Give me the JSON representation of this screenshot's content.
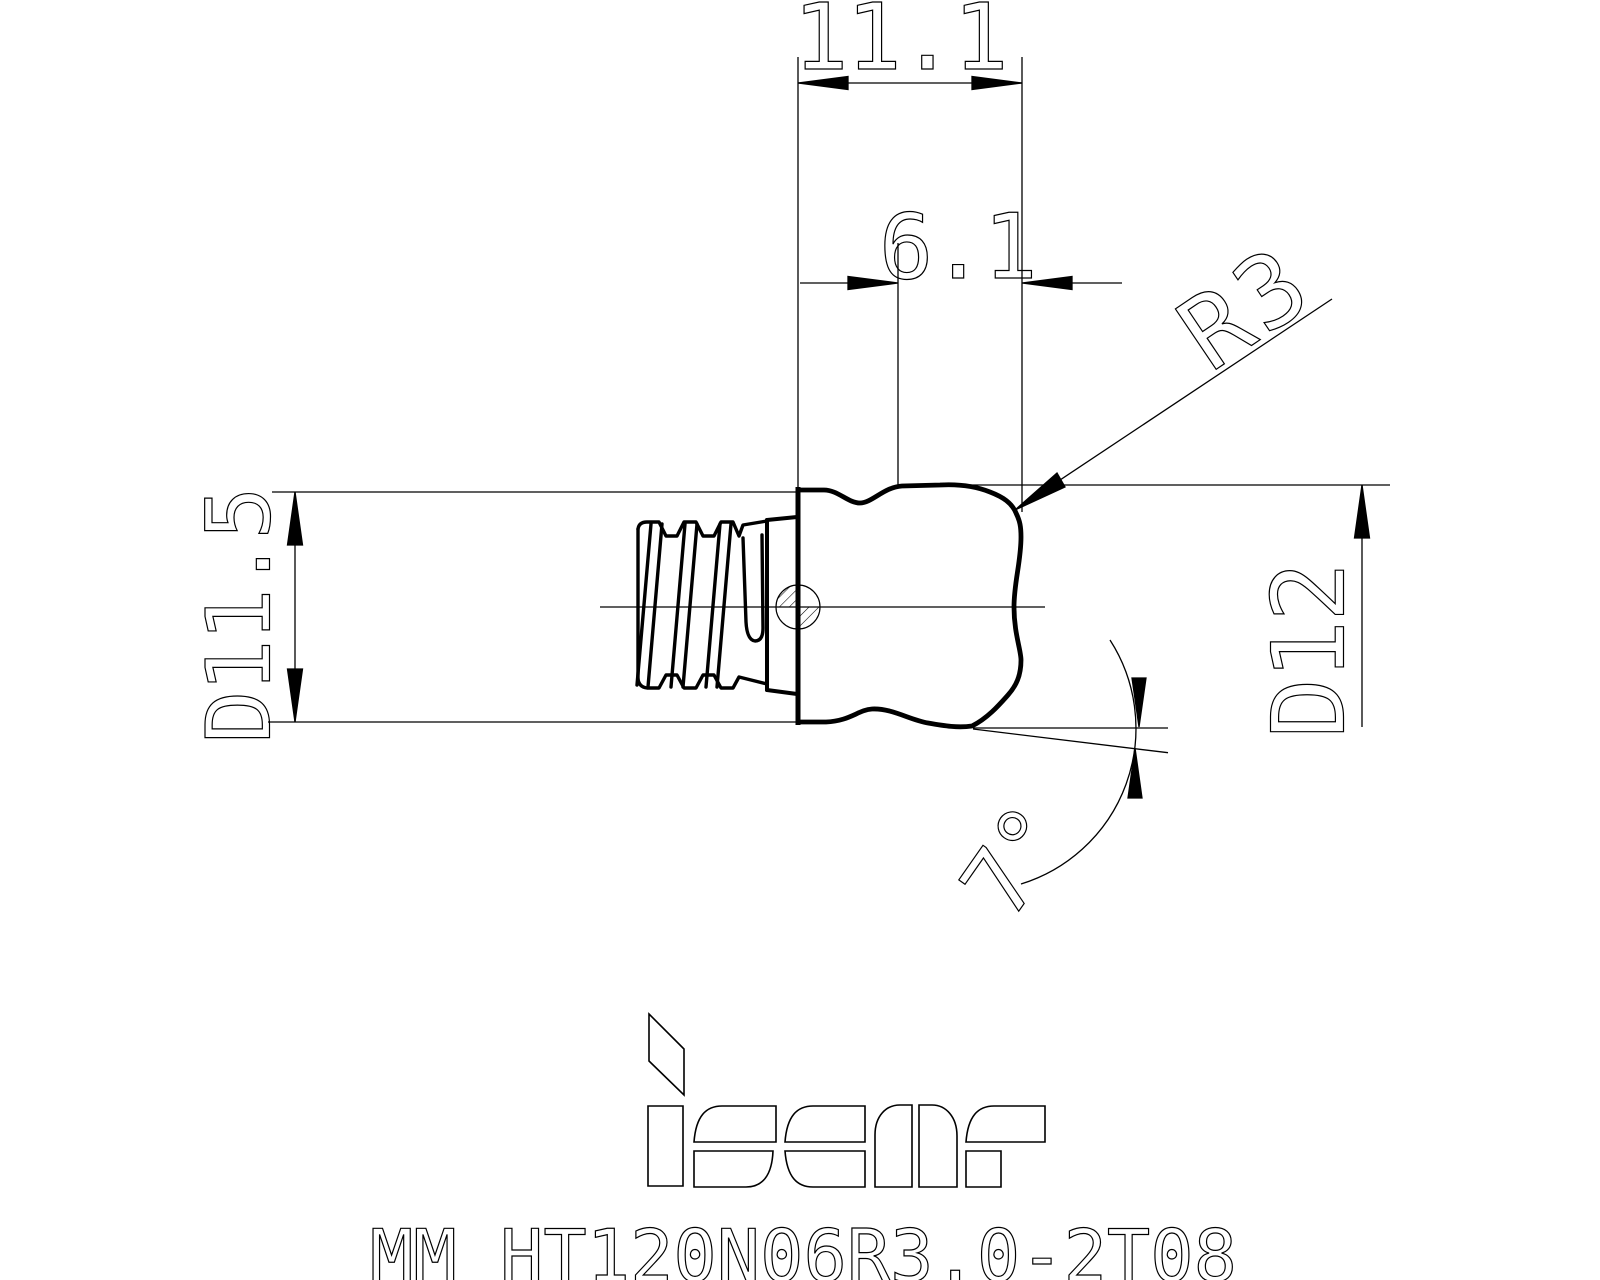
{
  "drawing": {
    "background": "#ffffff",
    "line_color": "#000000",
    "labels": {
      "overall_length": "11.1",
      "head_length": "6.1",
      "corner_radius": "R3",
      "shank_diameter": "D11.5",
      "cutting_diameter": "D12",
      "relief_angle": "7°"
    },
    "logo_text": "iscar",
    "part_number": "MM HT120N06R3.0-2T08"
  }
}
